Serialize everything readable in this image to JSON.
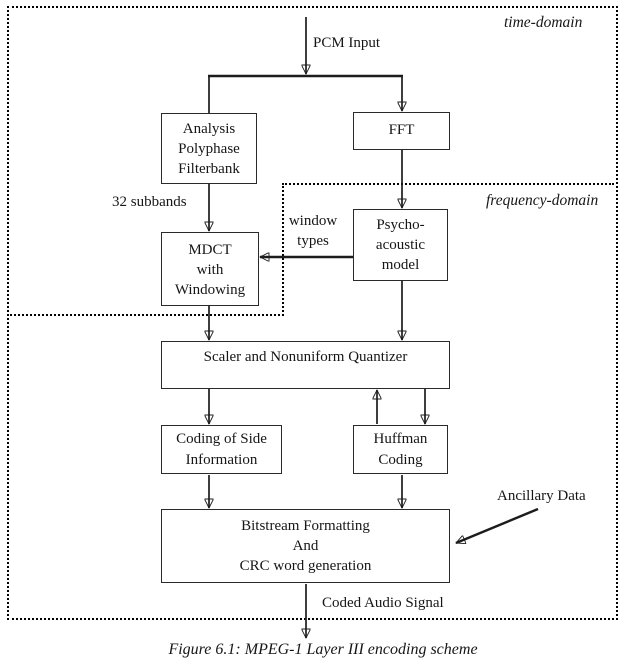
{
  "figure_caption": "Figure 6.1: MPEG-1 Layer III encoding scheme",
  "regions": {
    "time_domain": "time-domain",
    "frequency_domain": "frequency-domain"
  },
  "blocks": {
    "analysis_filterbank": [
      "Analysis",
      "Polyphase",
      "Filterbank"
    ],
    "fft": [
      "FFT"
    ],
    "mdct": [
      "MDCT",
      "with",
      "Windowing"
    ],
    "psychoacoustic": [
      "Psycho-",
      "acoustic",
      "model"
    ],
    "quantizer": [
      "Scaler and Nonuniform Quantizer"
    ],
    "side_info": [
      "Coding of Side",
      "Information"
    ],
    "huffman": [
      "Huffman",
      "Coding"
    ],
    "bitstream": [
      "Bitstream Formatting",
      "And",
      "CRC word generation"
    ]
  },
  "edge_labels": {
    "pcm_input": "PCM Input",
    "subbands": "32 subbands",
    "window_types": [
      "window",
      "types"
    ],
    "ancillary_data": "Ancillary Data",
    "coded_audio_signal": "Coded Audio Signal"
  },
  "colors": {
    "ink": "#1c1c1c",
    "background": "#ffffff"
  }
}
